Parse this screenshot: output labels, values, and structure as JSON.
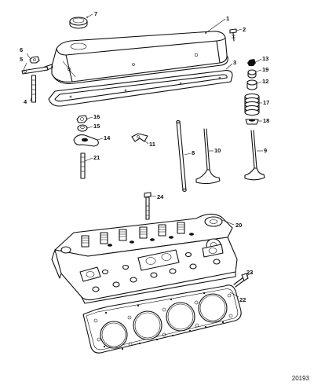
{
  "diagram": {
    "callouts": {
      "c1": "1",
      "c2": "2",
      "c3": "3",
      "c4": "4",
      "c5": "5",
      "c6": "6",
      "c7": "7",
      "c8": "8",
      "c9": "9",
      "c10": "10",
      "c11": "11",
      "c12": "12",
      "c13": "13",
      "c14": "14",
      "c15": "15",
      "c16": "16",
      "c17": "17",
      "c18": "18",
      "c19": "19",
      "c20": "20",
      "c21": "21",
      "c22": "22",
      "c23": "23",
      "c24": "24"
    },
    "figure_number": "20193"
  }
}
